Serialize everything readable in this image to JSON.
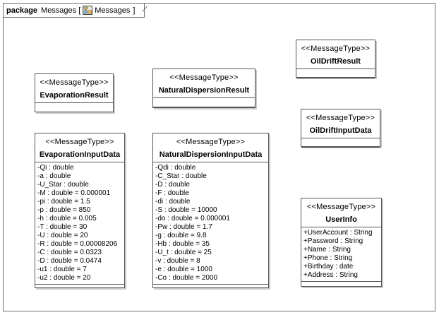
{
  "package": {
    "keyword": "package",
    "name": "Messages [",
    "label": "Messages",
    "close": "]"
  },
  "stereotype": "<<MessageType>>",
  "classes": {
    "evaporation_result": {
      "name": "EvaporationResult",
      "attrs": []
    },
    "natural_dispersion_result": {
      "name": "NaturalDispersionResult",
      "attrs": []
    },
    "oil_drift_result": {
      "name": "OilDriftResult",
      "attrs": []
    },
    "oil_drift_input_data": {
      "name": "OilDriftInputData",
      "attrs": []
    },
    "evaporation_input_data": {
      "name": "EvaporationInputData",
      "attrs": [
        "-Qi : double",
        "-a : double",
        "-U_Star : double",
        "-M : double = 0.000001",
        "-pi : double = 1.5",
        "-p : double = 850",
        "-h : double = 0.005",
        "-T : double = 30",
        "-U : double = 20",
        "-R : double = 0.00008206",
        "-C : double = 0.0323",
        "-D : double = 0.0474",
        "-u1 : double = 7",
        "-u2 : double = 20"
      ]
    },
    "natural_dispersion_input_data": {
      "name": "NaturalDispersionInputData",
      "attrs": [
        "-Qdi : double",
        "-C_Star : double",
        "-D : double",
        "-F : double",
        "-di : double",
        "-S : double = 10000",
        "-do : double = 0.000001",
        "-Pw : double = 1.7",
        "-g : double = 9.8",
        "-Hb : double = 35",
        "-U_t : double = 25",
        "-v : double = 8",
        "-e : double = 1000",
        "-Co : double = 2000"
      ]
    },
    "user_info": {
      "name": "UserInfo",
      "attrs": [
        "+UserAccount : String",
        "+Password : String",
        "+Name : String",
        "+Phone : String",
        "+Birthday : date",
        "+Address : String"
      ]
    }
  }
}
